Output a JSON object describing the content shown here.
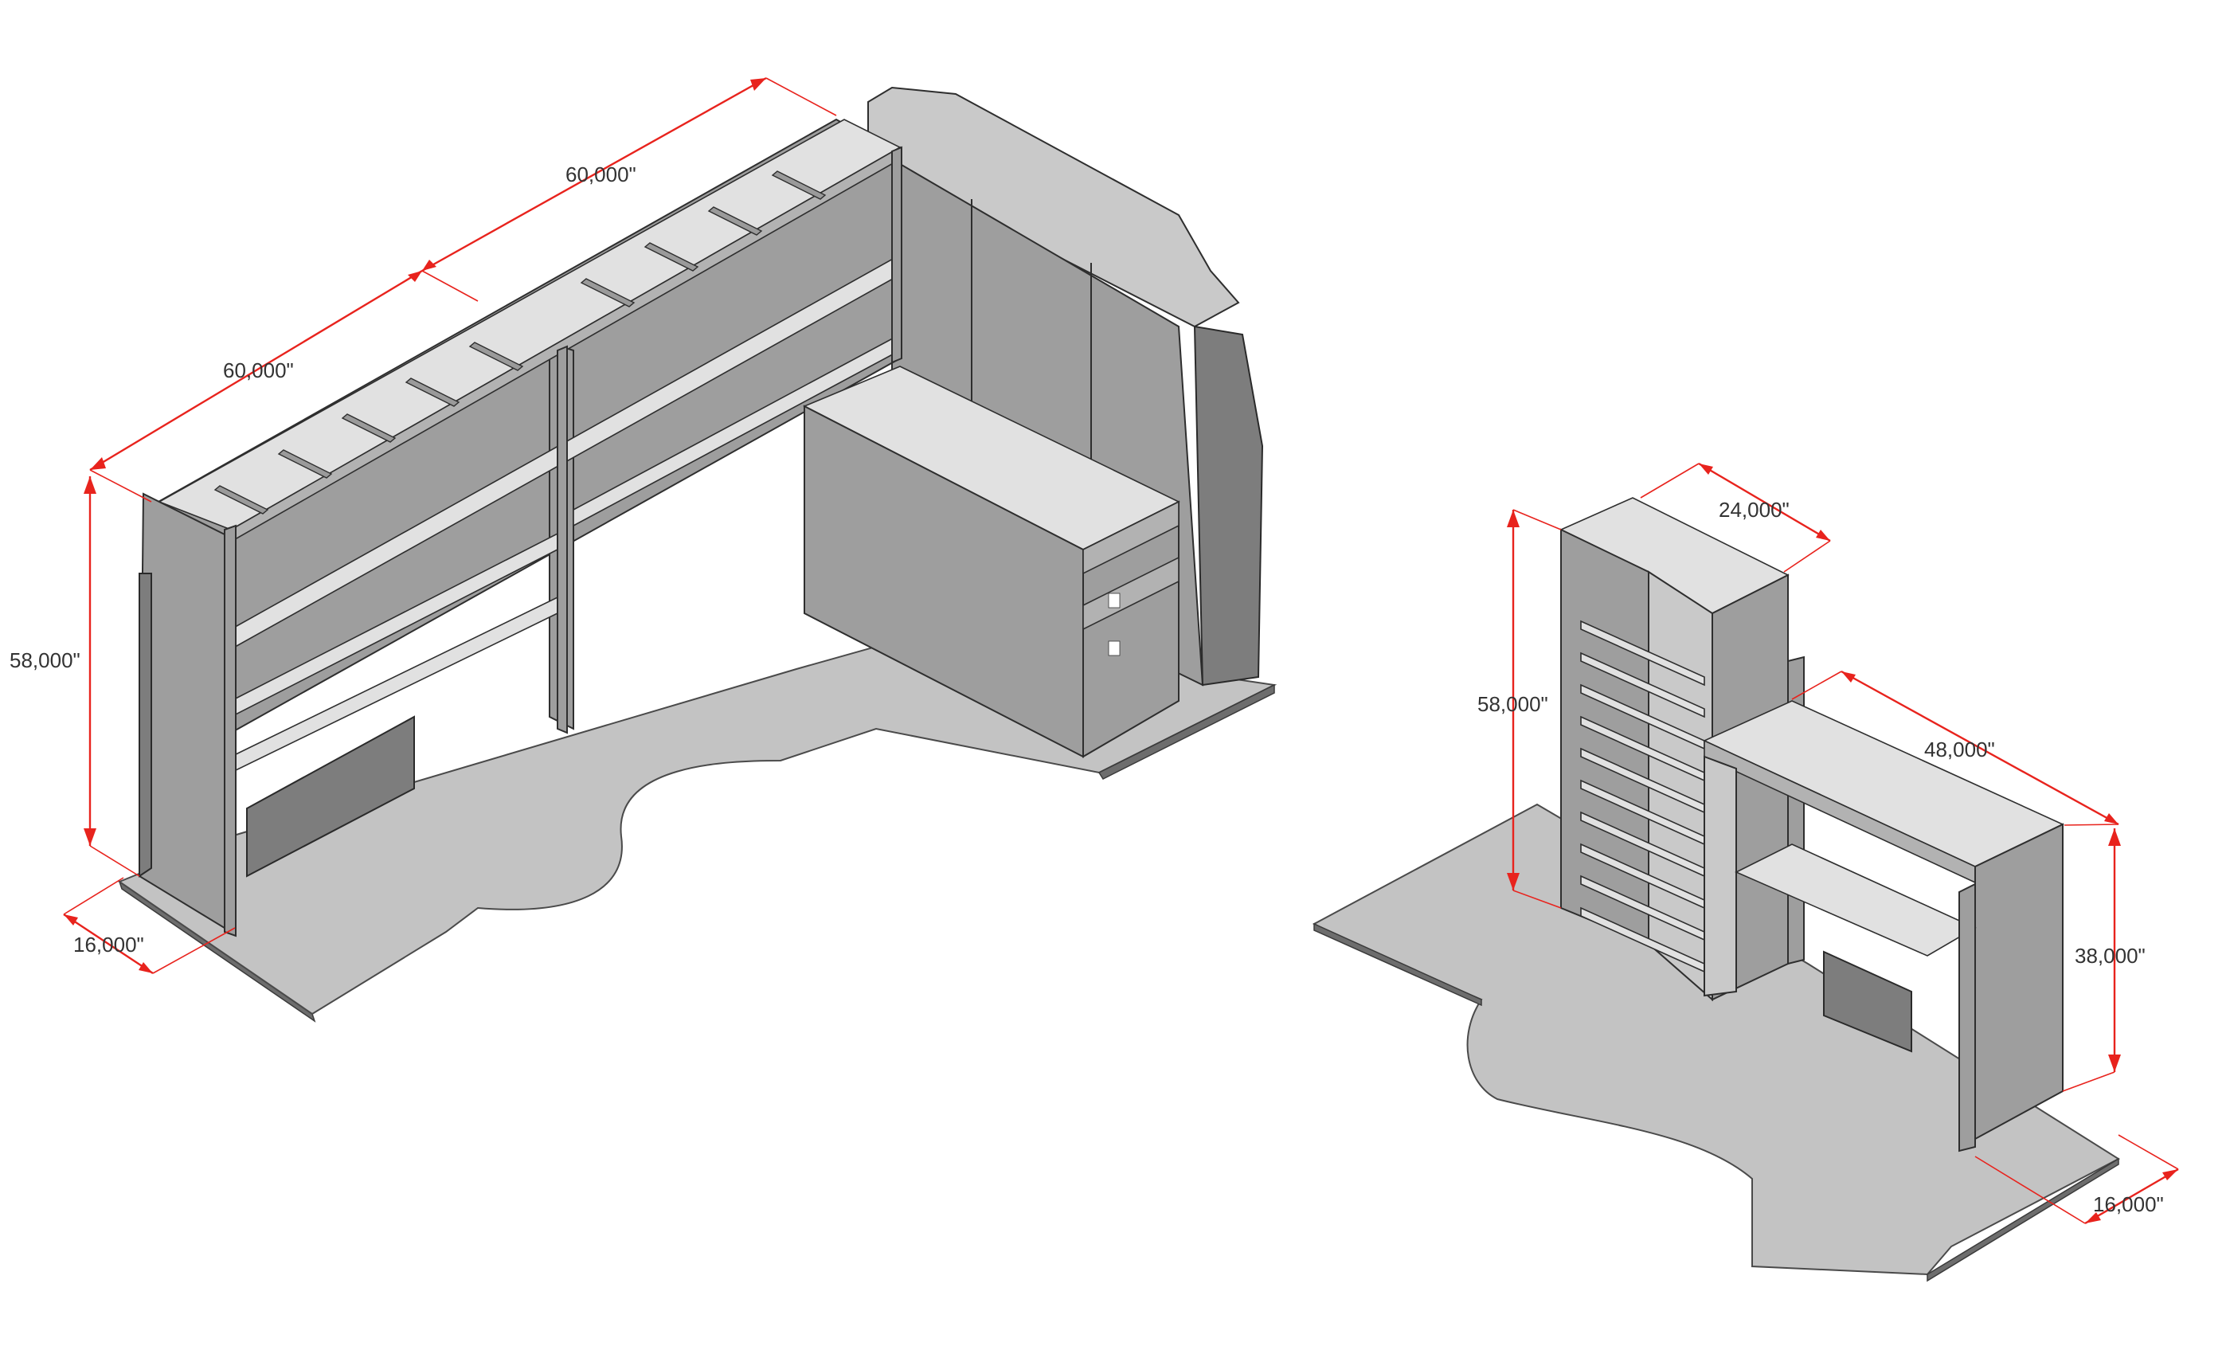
{
  "colors": {
    "dimension": "#e8231d",
    "floor": "#c3c3c3",
    "panel": "#9e9e9e",
    "shelf": "#e1e1e1",
    "label": "#333333"
  },
  "dimensions": {
    "left_assembly": {
      "length_a": "60,000\"",
      "length_b": "60,000\"",
      "height": "58,000\"",
      "depth": "16,000\""
    },
    "right_assembly": {
      "cabinet_width": "24,000\"",
      "cabinet_height": "58,000\"",
      "bench_length": "48,000\"",
      "bench_height": "38,000\"",
      "bench_depth": "16,000\""
    }
  }
}
